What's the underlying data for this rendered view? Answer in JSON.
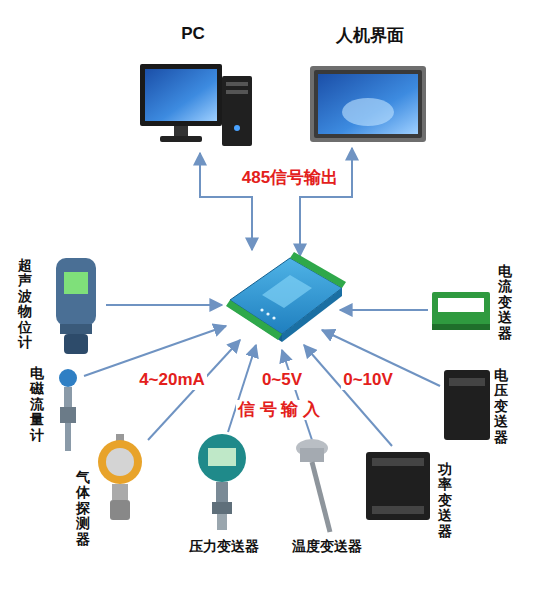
{
  "diagram": {
    "nodes": [
      {
        "text": [
          "PC"
        ]
      },
      {
        "text": [
          "人机界面"
        ]
      },
      {
        "text": [
          "超声波物位计"
        ]
      },
      {
        "text": [
          "电流变送器"
        ]
      },
      {
        "text": [
          "电磁流量计"
        ]
      },
      {
        "text": [
          "电压变送器"
        ]
      },
      {
        "text": [
          "气体探测器"
        ]
      },
      {
        "text": [
          "功率变送器"
        ]
      },
      {
        "text": [
          "压力变送器"
        ]
      },
      {
        "text": [
          "温度变送器"
        ]
      }
    ],
    "labels": [
      "485信号输出",
      "4~20mA",
      "0~5V",
      "0~10V",
      "信 号 输 入"
    ]
  }
}
